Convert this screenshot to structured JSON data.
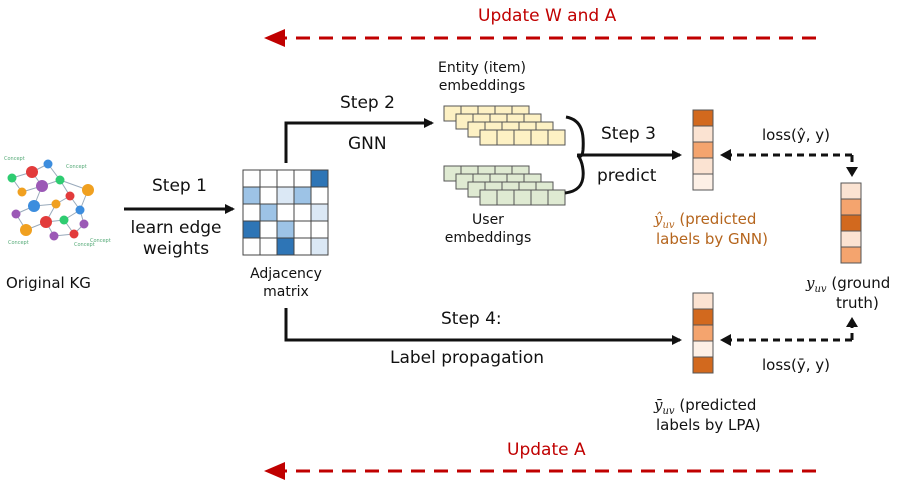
{
  "top_update": {
    "label": "Update W and A",
    "color": "#c00000"
  },
  "bottom_update": {
    "label": "Update A",
    "color": "#c00000"
  },
  "kg": {
    "label": "Original KG",
    "node_word": "Concept"
  },
  "step1": {
    "title": "Step 1",
    "line1": "learn edge",
    "line2": "weights"
  },
  "adjacency": {
    "line1": "Adjacency",
    "line2": "matrix"
  },
  "step2": {
    "title": "Step 2",
    "sub": "GNN"
  },
  "entity": {
    "line1": "Entity (item)",
    "line2": "embeddings"
  },
  "user": {
    "line1": "User",
    "line2": "embeddings"
  },
  "step3": {
    "title": "Step 3",
    "sub": "predict"
  },
  "gnn_pred": {
    "symbol": "ŷ",
    "subscript": "uv",
    "text1": "(predicted",
    "line2": "labels by GNN)",
    "color": "#b5651d"
  },
  "loss_gnn": {
    "text": "loss(ŷ, y)"
  },
  "truth": {
    "symbol": "y",
    "subscript": "uv",
    "text1": "(ground",
    "line2": "truth)"
  },
  "step4": {
    "title": "Step 4:",
    "sub": "Label propagation"
  },
  "loss_lpa": {
    "text": "loss(ȳ, y)"
  },
  "lpa_pred": {
    "symbol": "ȳ",
    "subscript": "uv",
    "text1": "(predicted",
    "line2": "labels by LPA)"
  },
  "colors": {
    "orange_dark": "#d2691e",
    "orange_mid": "#f4a46e",
    "orange_light": "#fbe3d2",
    "blue_dark": "#2e75b6",
    "blue_mid": "#9dc3e6",
    "blue_light": "#dbe8f5",
    "entity_fill": "#fdf1c4",
    "user_fill": "#dfead2"
  },
  "gnn_bar_levels": [
    "dark",
    "light",
    "mid",
    "light",
    "lighter"
  ],
  "truth_bar_levels": [
    "light",
    "mid",
    "dark",
    "light",
    "mid"
  ],
  "lpa_bar_levels": [
    "light",
    "dark",
    "mid",
    "lighter",
    "dark"
  ],
  "matrix_cells": [
    [
      "",
      "",
      "",
      "",
      "dark"
    ],
    [
      "mid",
      "",
      "light",
      "mid",
      ""
    ],
    [
      "",
      "mid",
      "",
      "",
      "light"
    ],
    [
      "dark",
      "",
      "mid",
      "",
      ""
    ],
    [
      "",
      "",
      "dark",
      "",
      "light"
    ]
  ]
}
